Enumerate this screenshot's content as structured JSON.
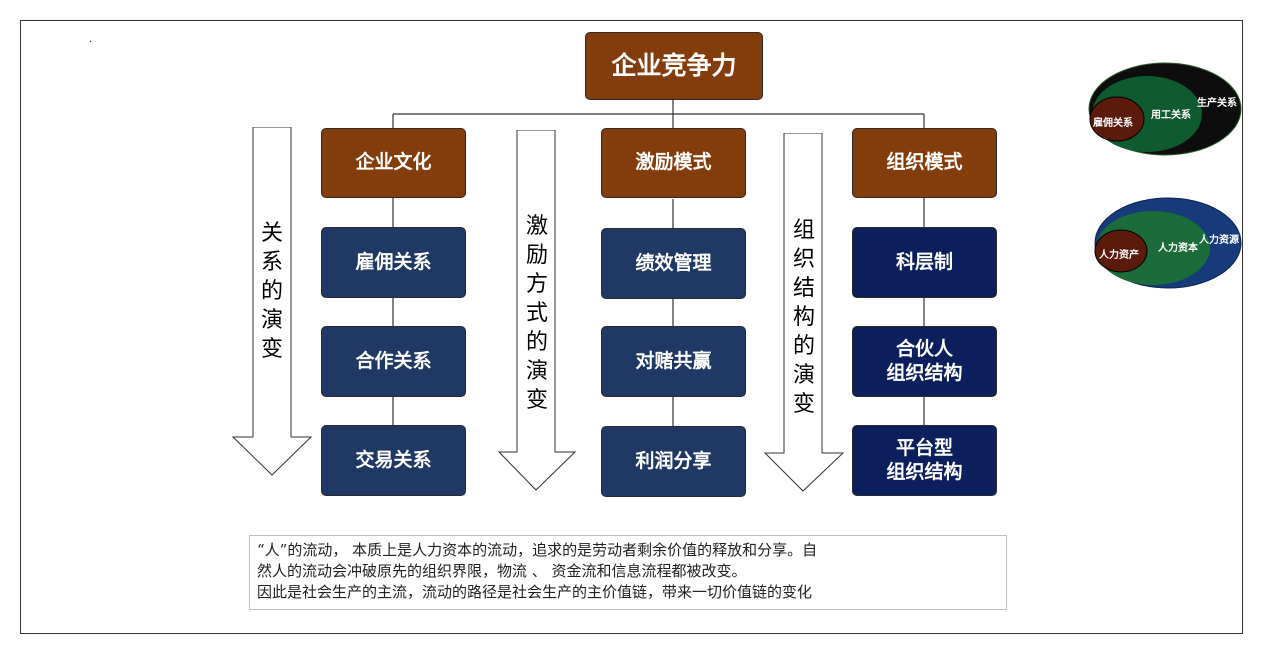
{
  "top": {
    "label": "企业竞争力"
  },
  "columns": [
    {
      "head": "企业文化",
      "items": [
        "雇佣关系",
        "合作关系",
        "交易关系"
      ]
    },
    {
      "head": "激励模式",
      "items": [
        "绩效管理",
        "对赌共赢",
        "利润分享"
      ]
    },
    {
      "head": "组织模式",
      "items": [
        "科层制",
        "合伙人\n组织结构",
        "平台型\n组织结构"
      ]
    }
  ],
  "arrows": [
    {
      "chars": [
        "关",
        "系",
        "的",
        "演",
        "变"
      ]
    },
    {
      "chars": [
        "激",
        "励",
        "方",
        "式",
        "的",
        "演",
        "变"
      ]
    },
    {
      "chars": [
        "组",
        "织",
        "结",
        "构",
        "的",
        "演",
        "变"
      ]
    }
  ],
  "caption": {
    "line1": "“人”的流动， 本质上是人力资本的流动，追求的是劳动者剩余价值的释放和分享。自",
    "line2": "然人的流动会冲破原先的组织界限，物流 、 资金流和信息流程都被改变。",
    "line3": "因此是社会生产的主流，流动的路径是社会生产的主价值链，带来一切价值链的变化"
  },
  "ellipses": [
    {
      "inner": "雇佣关系",
      "middle": "用工关系",
      "outer": "生产关系"
    },
    {
      "inner": "人力资产",
      "middle": "人力资本",
      "outer": "人力资源"
    }
  ],
  "colors": {
    "brown": "#833c0b",
    "navy": "#203864",
    "navy_dark": "#0c1f5c",
    "ellipse1_outer": "#0d0d0d",
    "ellipse1_mid": "#0f5a2f",
    "ellipse1_inner": "#5a1a0c",
    "ellipse2_outer": "#163a7a",
    "ellipse2_mid": "#1c6b3a",
    "ellipse2_inner": "#5a1a0c"
  }
}
